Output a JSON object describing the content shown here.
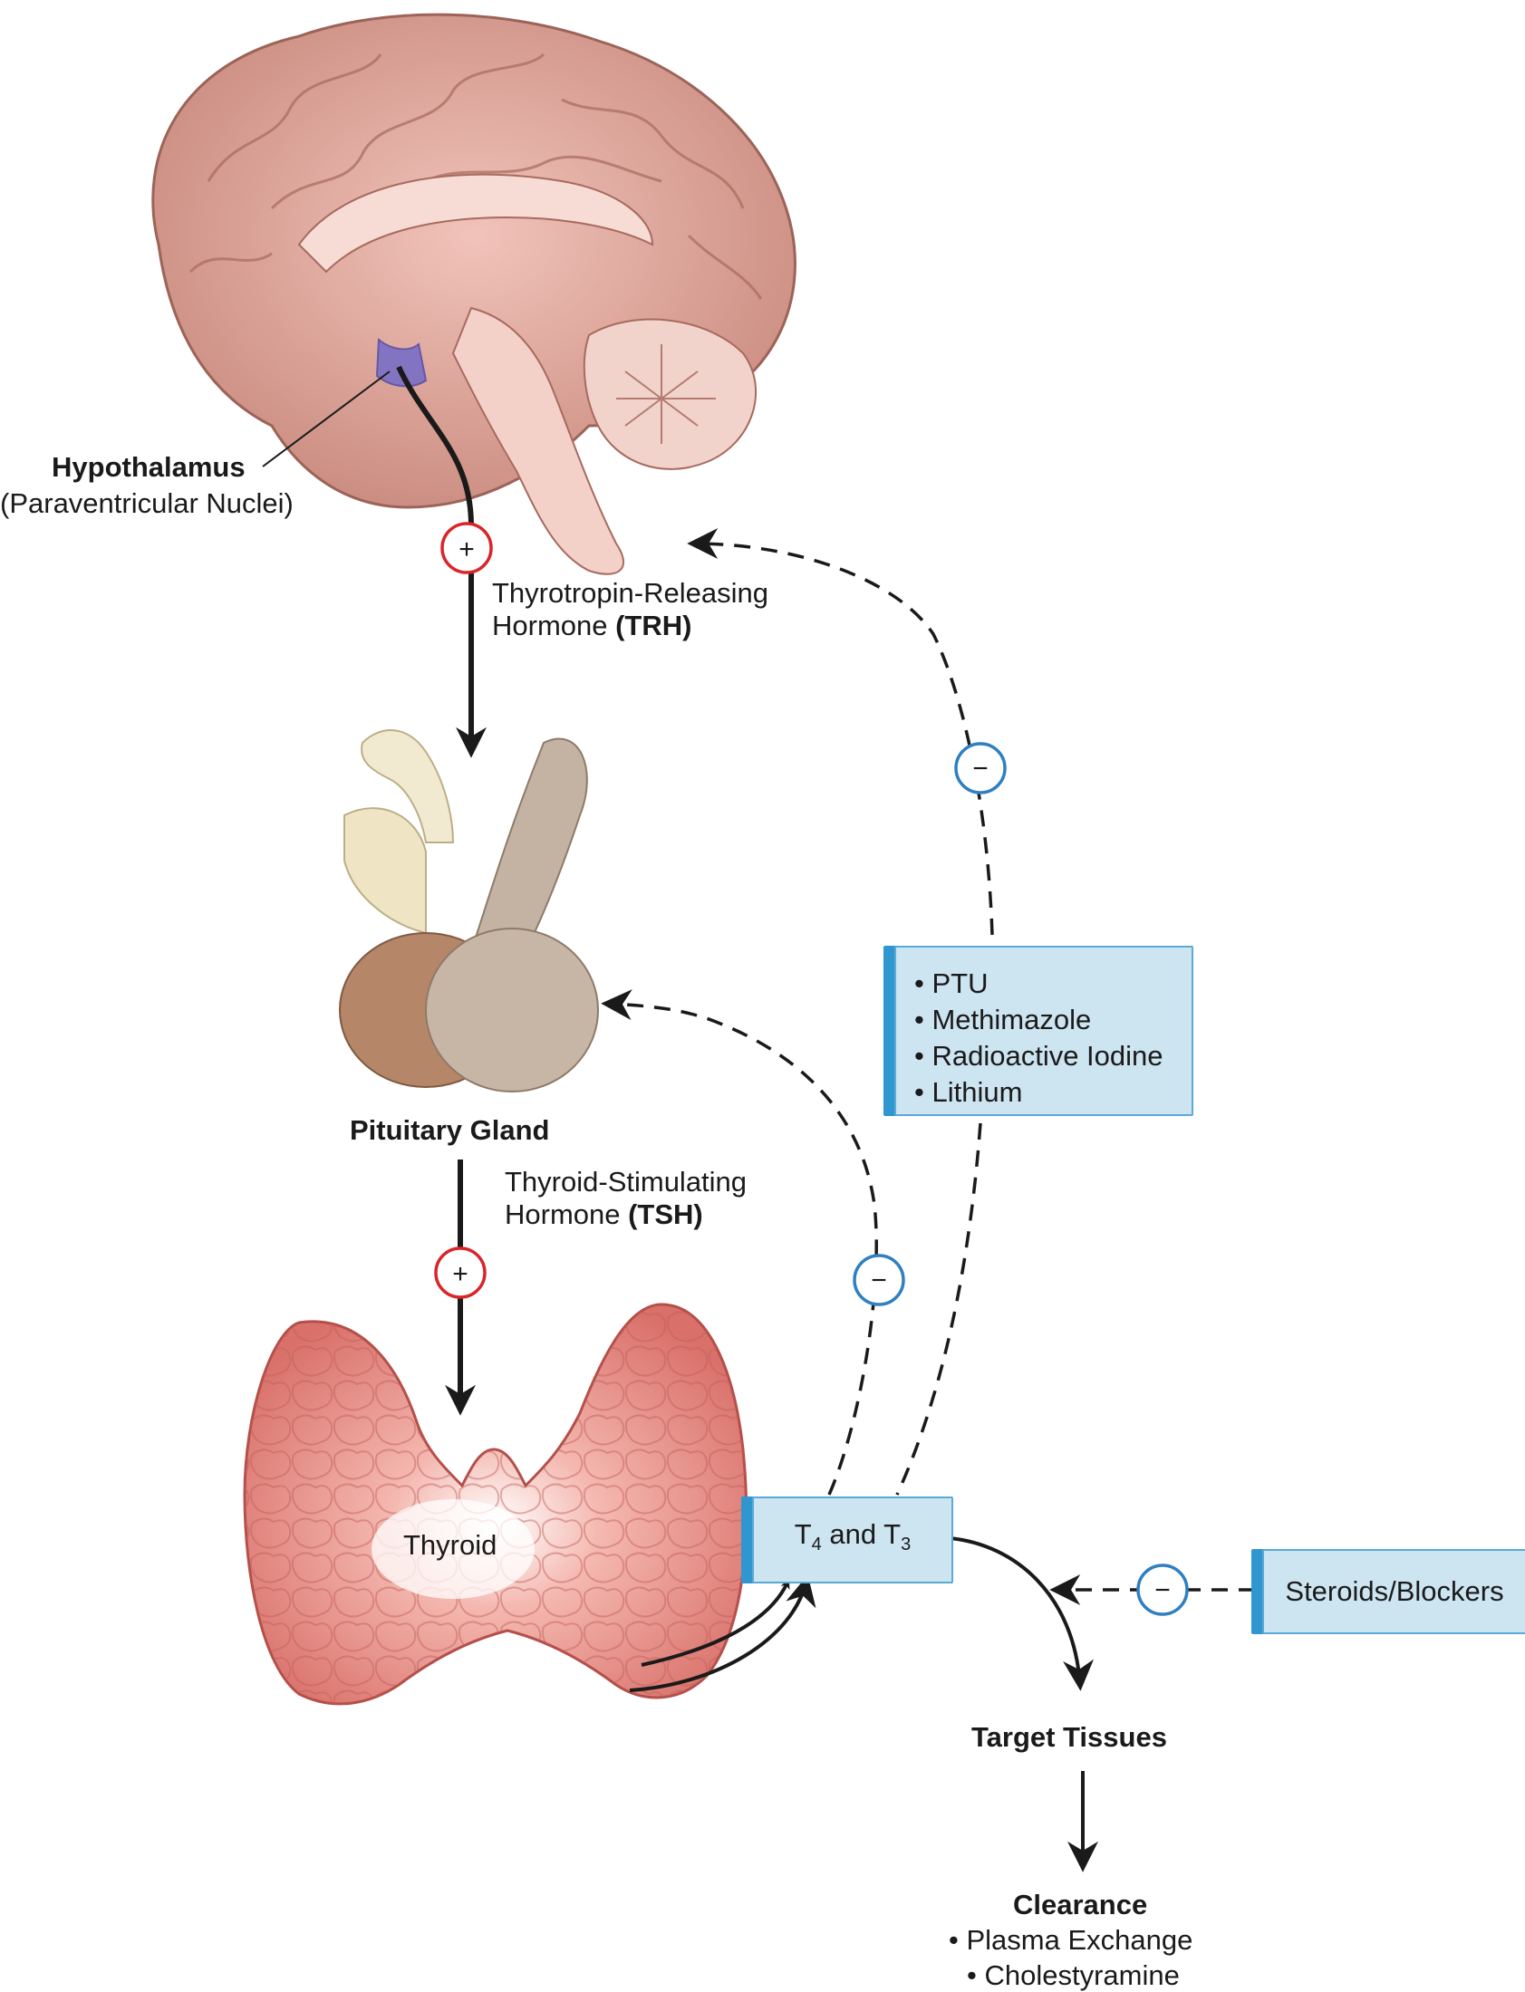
{
  "hypothalamus": {
    "name": "Hypothalamus",
    "sub": "(Paraventricular Nuclei)"
  },
  "trh": {
    "line1": "Thyrotropin-Releasing",
    "line2_prefix": "Hormone ",
    "line2_bold": "(TRH)"
  },
  "pituitary": {
    "name": "Pituitary Gland"
  },
  "tsh": {
    "line1": "Thyroid-Stimulating",
    "line2_prefix": "Hormone ",
    "line2_bold": "(TSH)"
  },
  "thyroid": {
    "name": "Thyroid"
  },
  "hormones": {
    "t4": "T",
    "t4_sub": "4",
    "and": " and T",
    "t3_sub": "3"
  },
  "drugs_box": {
    "items": [
      "• PTU",
      "• Methimazole",
      "• Radioactive Iodine",
      "• Lithium"
    ]
  },
  "steroids_box": {
    "label": "Steroids/Blockers"
  },
  "target": {
    "name": "Target Tissues"
  },
  "clearance": {
    "title": "Clearance",
    "items": [
      "• Plasma Exchange",
      "• Cholestyramine"
    ]
  },
  "signs": {
    "plus": "+",
    "minus": "−"
  },
  "colors": {
    "stimulate": "#d9252a",
    "inhibit": "#2f7fc1",
    "box_fill": "#cde4f1",
    "box_edge": "#2f96d0"
  }
}
